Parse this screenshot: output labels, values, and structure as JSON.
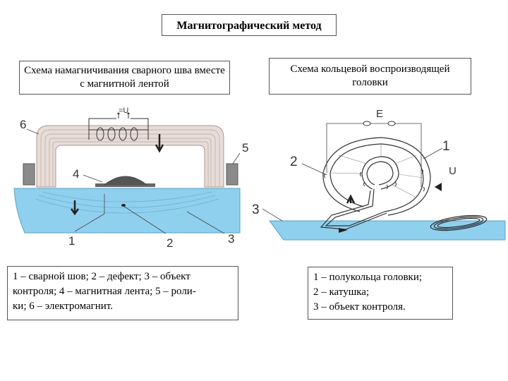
{
  "title": "Магнитографический метод",
  "left": {
    "caption": "Схема намагничивания сварного шва вместе с магнитной лентой",
    "legend": [
      "1 – сварной шов; 2 – дефект; 3 – объект",
      "контроля; 4 – магнитная лента; 5 – роли-",
      "ки; 6 – электромагнит."
    ],
    "labels": {
      "n1": "1",
      "n2": "2",
      "n3": "3",
      "n4": "4",
      "n5": "5",
      "n6": "6",
      "voltage": "=U"
    }
  },
  "right": {
    "caption": "Схема кольцевой воспроизводящей головки",
    "legend": [
      "1 – полукольца головки;",
      "2 – катушка;",
      "3 – объект контроля."
    ],
    "labels": {
      "n1": "1",
      "n2": "2",
      "n3": "3",
      "e": "E",
      "u": "U"
    }
  },
  "colors": {
    "steel": "#8fd0ee",
    "yoke": "#e8dcd8",
    "yoke_line": "#a89890",
    "roller": "#8a8a8a"
  }
}
